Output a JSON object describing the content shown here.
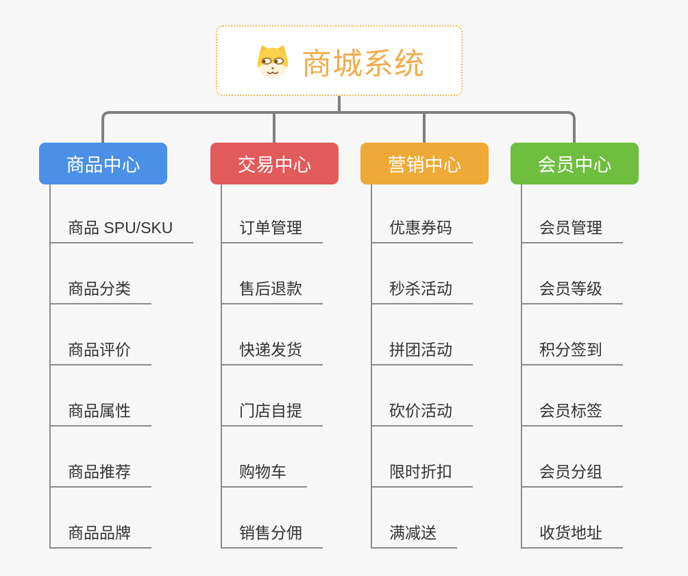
{
  "root": {
    "title": "商城系统",
    "icon": "doge-icon"
  },
  "branches": [
    {
      "label": "商品中心",
      "color": "#4a90e6",
      "children": [
        "商品 SPU/SKU",
        "商品分类",
        "商品评价",
        "商品属性",
        "商品推荐",
        "商品品牌"
      ]
    },
    {
      "label": "交易中心",
      "color": "#e25b5b",
      "children": [
        "订单管理",
        "售后退款",
        "快递发货",
        "门店自提",
        "购物车",
        "销售分佣"
      ]
    },
    {
      "label": "营销中心",
      "color": "#efa937",
      "children": [
        "优惠券码",
        "秒杀活动",
        "拼团活动",
        "砍价活动",
        "限时折扣",
        "满减送"
      ]
    },
    {
      "label": "会员中心",
      "color": "#6fbe40",
      "children": [
        "会员管理",
        "会员等级",
        "积分签到",
        "会员标签",
        "会员分组",
        "收货地址"
      ]
    }
  ],
  "colors": {
    "background": "#f7f7f7",
    "connector": "#7f7f7f",
    "leaf_line": "#8a8a8a",
    "root_border": "#f4b84a",
    "root_title": "#f0ad4e",
    "leaf_text": "#333333"
  }
}
